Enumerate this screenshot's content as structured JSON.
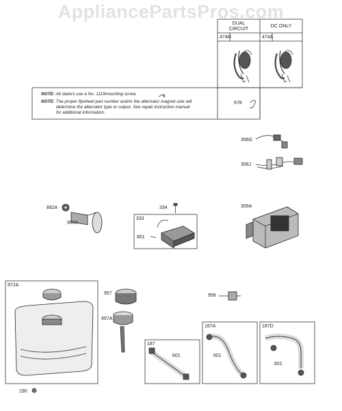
{
  "watermark": "AppliancePartsPros.com",
  "table": {
    "col1_header_line1": "DUAL",
    "col1_header_line2": "CIRCUIT",
    "col2_header": "DC ONLY",
    "col1_part": "474H",
    "col2_part": "474A"
  },
  "notes": {
    "note1_prefix": "NOTE:",
    "note1_text": "All stators use a No. 1119mounting screw.",
    "note2_prefix": "NOTE:",
    "note2_line1": "The proper flywheel part number and/or the alternator magnet size will",
    "note2_line2": "determine the alternator type or output. See repair instruction manual",
    "note2_line3": "for additional information.",
    "part_678": "678"
  },
  "parts": {
    "p356G": "356G",
    "p356J": "356J",
    "p892A": "892A",
    "p990A": "990A",
    "p334": "334",
    "p333": "333",
    "p851": "851",
    "p309A": "309A",
    "p972A": "972A",
    "p957": "957",
    "p957A": "957A",
    "p958": "958",
    "p187": "187",
    "p601a": "601",
    "p187A": "187A",
    "p601b": "601",
    "p187D": "187D",
    "p601c": "601",
    "p190": "190"
  }
}
